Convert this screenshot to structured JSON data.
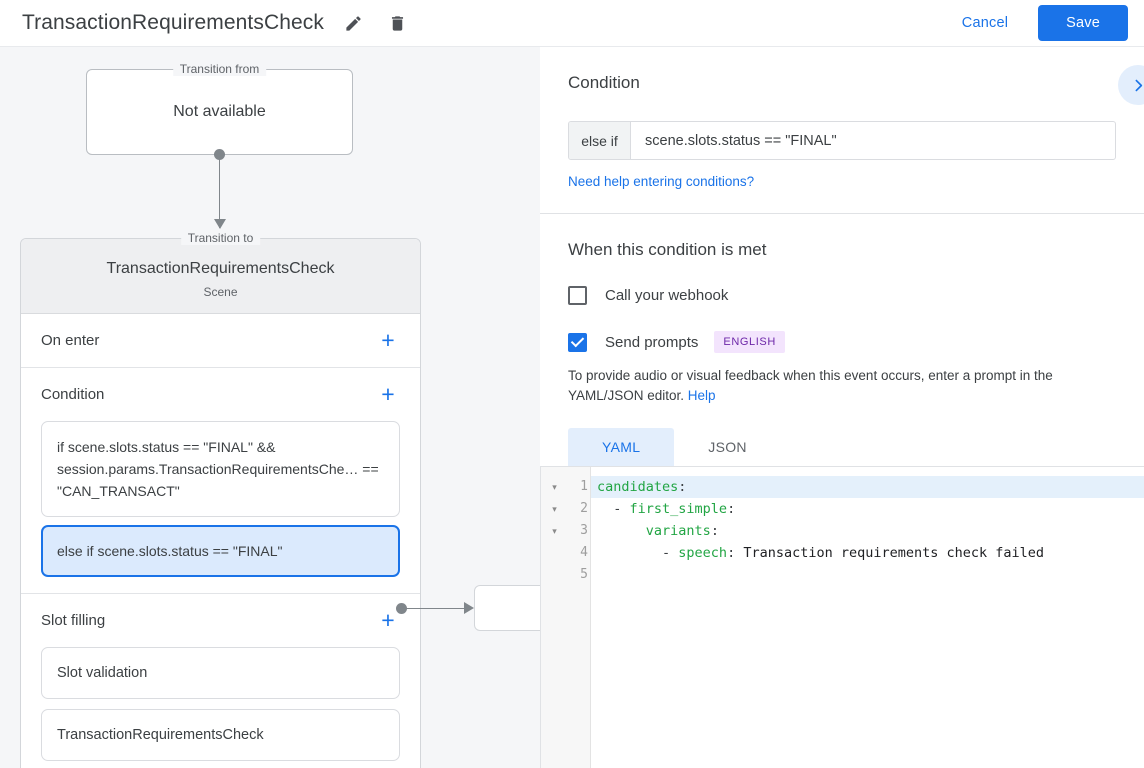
{
  "header": {
    "title": "TransactionRequirementsCheck",
    "edit_icon": "pencil-icon",
    "delete_icon": "trash-icon",
    "cancel_label": "Cancel",
    "save_label": "Save",
    "accent_color": "#1a73e8"
  },
  "canvas": {
    "from_node": {
      "legend": "Transition from",
      "text": "Not available"
    },
    "to_node": {
      "legend": "Transition to",
      "name": "TransactionRequirementsCheck",
      "kind": "Scene",
      "sections": [
        {
          "title": "On enter",
          "add_label": "+",
          "items": []
        },
        {
          "title": "Condition",
          "add_label": "+",
          "items": [
            {
              "text": "if scene.slots.status == \"FINAL\" && session.params.TransactionRequirementsChe… == \"CAN_TRANSACT\"",
              "selected": false
            },
            {
              "text": "else if scene.slots.status == \"FINAL\"",
              "selected": true
            }
          ]
        },
        {
          "title": "Slot filling",
          "add_label": "+",
          "items": [
            {
              "text": "Slot validation",
              "selected": false
            },
            {
              "text": "TransactionRequirementsCheck",
              "selected": false
            }
          ]
        }
      ]
    }
  },
  "panel": {
    "condition": {
      "heading": "Condition",
      "collapse_icon": "chevron-right-icon",
      "prefix": "else if",
      "value": "scene.slots.status == \"FINAL\"",
      "placeholder": "",
      "help_link": "Need help entering conditions?"
    },
    "when_met": {
      "heading": "When this condition is met",
      "webhook": {
        "label": "Call your webhook",
        "checked": false
      },
      "prompts": {
        "label": "Send prompts",
        "checked": true,
        "badge": "ENGLISH",
        "badge_bg": "#f3e4fd",
        "badge_fg": "#6d27a8"
      },
      "hint_text": "To provide audio or visual feedback when this event occurs, enter a prompt in the YAML/JSON editor. ",
      "hint_link": "Help"
    },
    "editor": {
      "tabs": [
        {
          "label": "YAML",
          "active": true
        },
        {
          "label": "JSON",
          "active": false
        }
      ],
      "line_numbers": [
        "1",
        "2",
        "3",
        "4",
        "5"
      ],
      "fold_markers": [
        "▾",
        "▾",
        "▾"
      ],
      "lines": [
        {
          "indent": "",
          "key": "candidates",
          "punc": ":",
          "text": "",
          "highlighted": true
        },
        {
          "indent": "  - ",
          "key": "first_simple",
          "punc": ":",
          "text": "",
          "highlighted": false
        },
        {
          "indent": "      ",
          "key": "variants",
          "punc": ":",
          "text": "",
          "highlighted": false
        },
        {
          "indent": "        - ",
          "key": "speech",
          "punc": ":",
          "text": " Transaction requirements check failed",
          "highlighted": false
        },
        {
          "indent": "",
          "key": "",
          "punc": "",
          "text": "",
          "highlighted": false
        }
      ]
    }
  }
}
